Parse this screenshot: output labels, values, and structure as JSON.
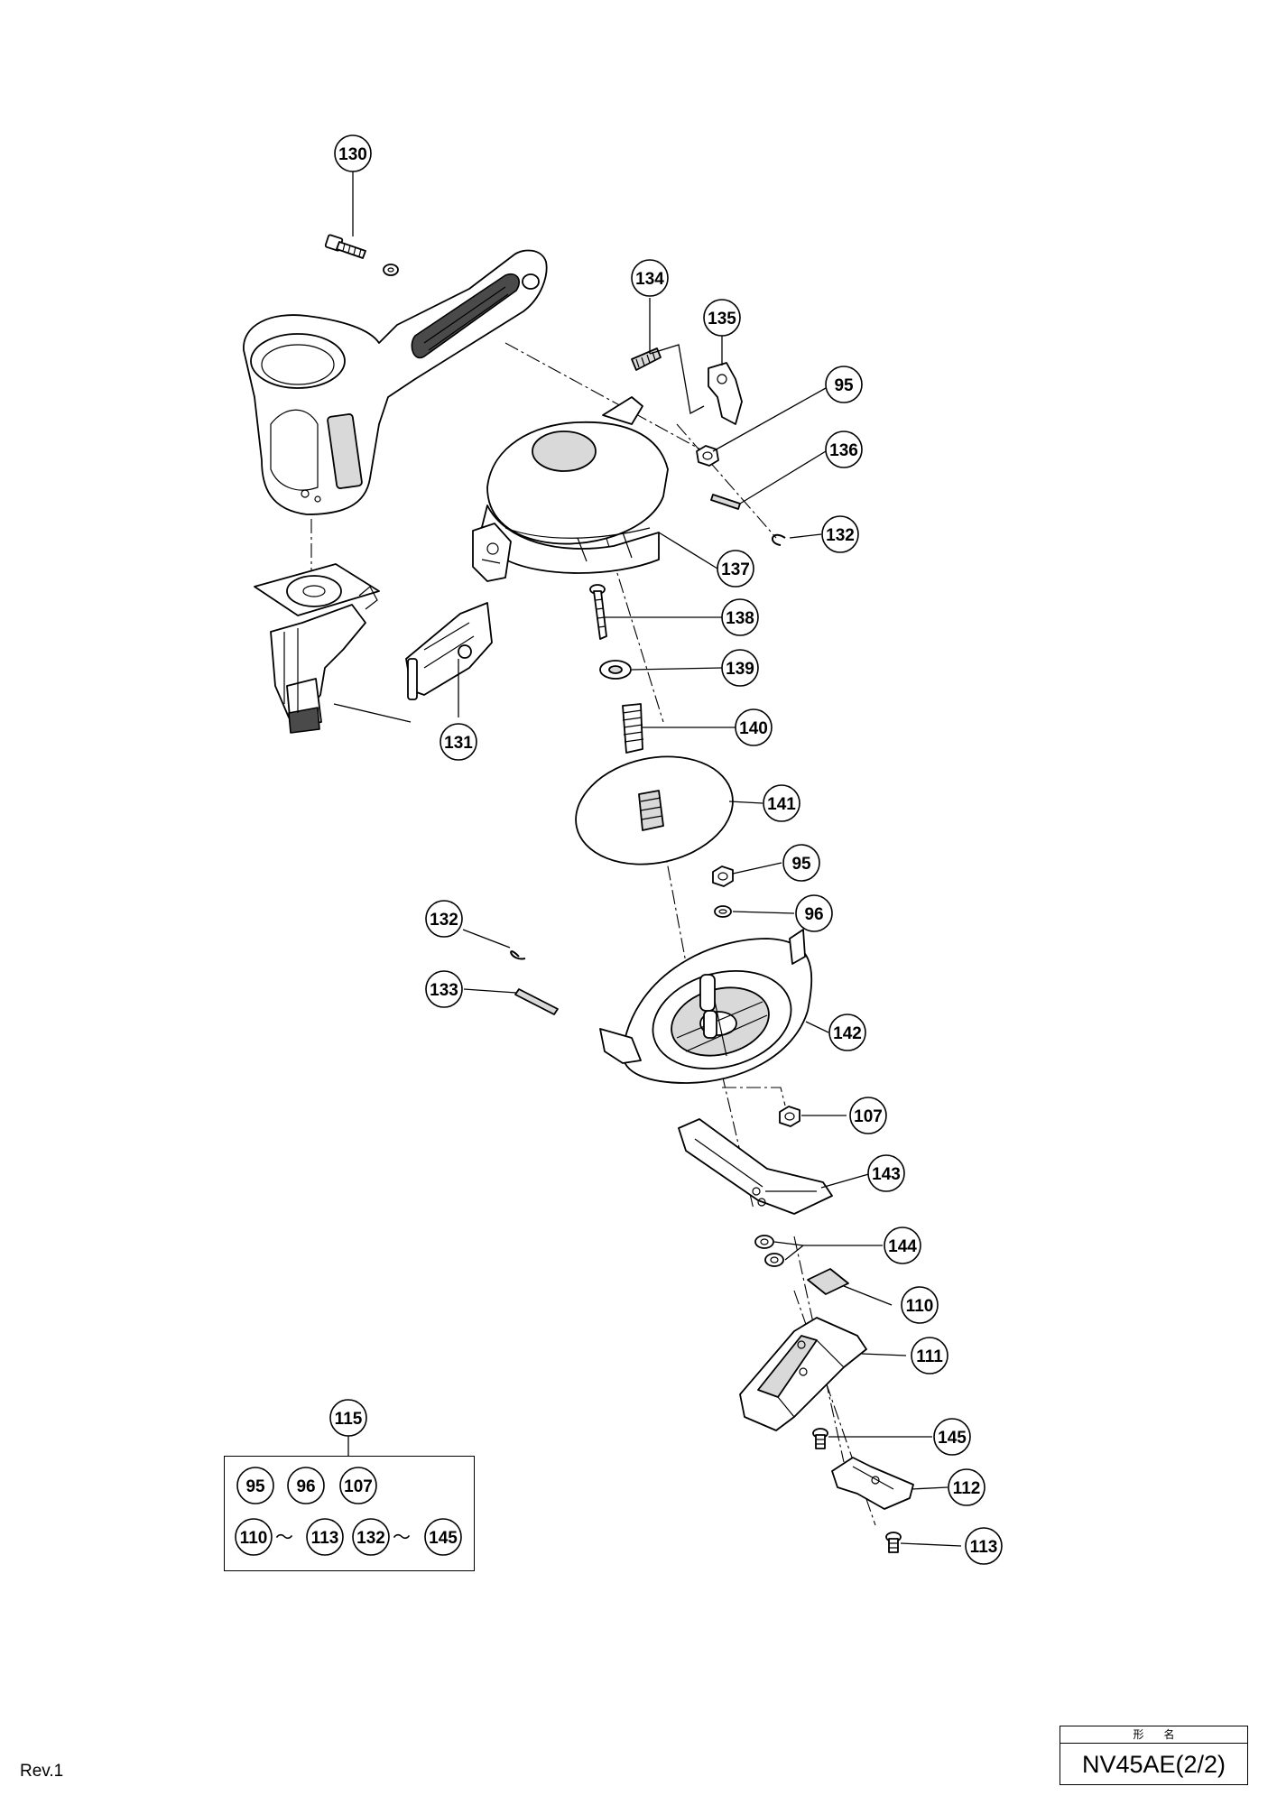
{
  "diagram": {
    "callouts": [
      {
        "id": "c130",
        "label": "130"
      },
      {
        "id": "c134",
        "label": "134"
      },
      {
        "id": "c135",
        "label": "135"
      },
      {
        "id": "c95a",
        "label": "95"
      },
      {
        "id": "c136",
        "label": "136"
      },
      {
        "id": "c132a",
        "label": "132"
      },
      {
        "id": "c137",
        "label": "137"
      },
      {
        "id": "c138",
        "label": "138"
      },
      {
        "id": "c139",
        "label": "139"
      },
      {
        "id": "c140",
        "label": "140"
      },
      {
        "id": "c131",
        "label": "131"
      },
      {
        "id": "c141",
        "label": "141"
      },
      {
        "id": "c95b",
        "label": "95"
      },
      {
        "id": "c96",
        "label": "96"
      },
      {
        "id": "c132b",
        "label": "132"
      },
      {
        "id": "c133",
        "label": "133"
      },
      {
        "id": "c142",
        "label": "142"
      },
      {
        "id": "c107",
        "label": "107"
      },
      {
        "id": "c143",
        "label": "143"
      },
      {
        "id": "c144",
        "label": "144"
      },
      {
        "id": "c110",
        "label": "110"
      },
      {
        "id": "c111",
        "label": "111"
      },
      {
        "id": "c145",
        "label": "145"
      },
      {
        "id": "c112",
        "label": "112"
      },
      {
        "id": "c113",
        "label": "113"
      },
      {
        "id": "c115",
        "label": "115"
      }
    ],
    "kit": {
      "row1": [
        "95",
        "96",
        "107"
      ],
      "row2": [
        "110",
        "113",
        "132",
        "145"
      ],
      "range_symbol": "～"
    }
  },
  "footer": {
    "revision": "Rev.1",
    "model_caption": "形名",
    "model_name": "NV45AE(2/2)"
  }
}
